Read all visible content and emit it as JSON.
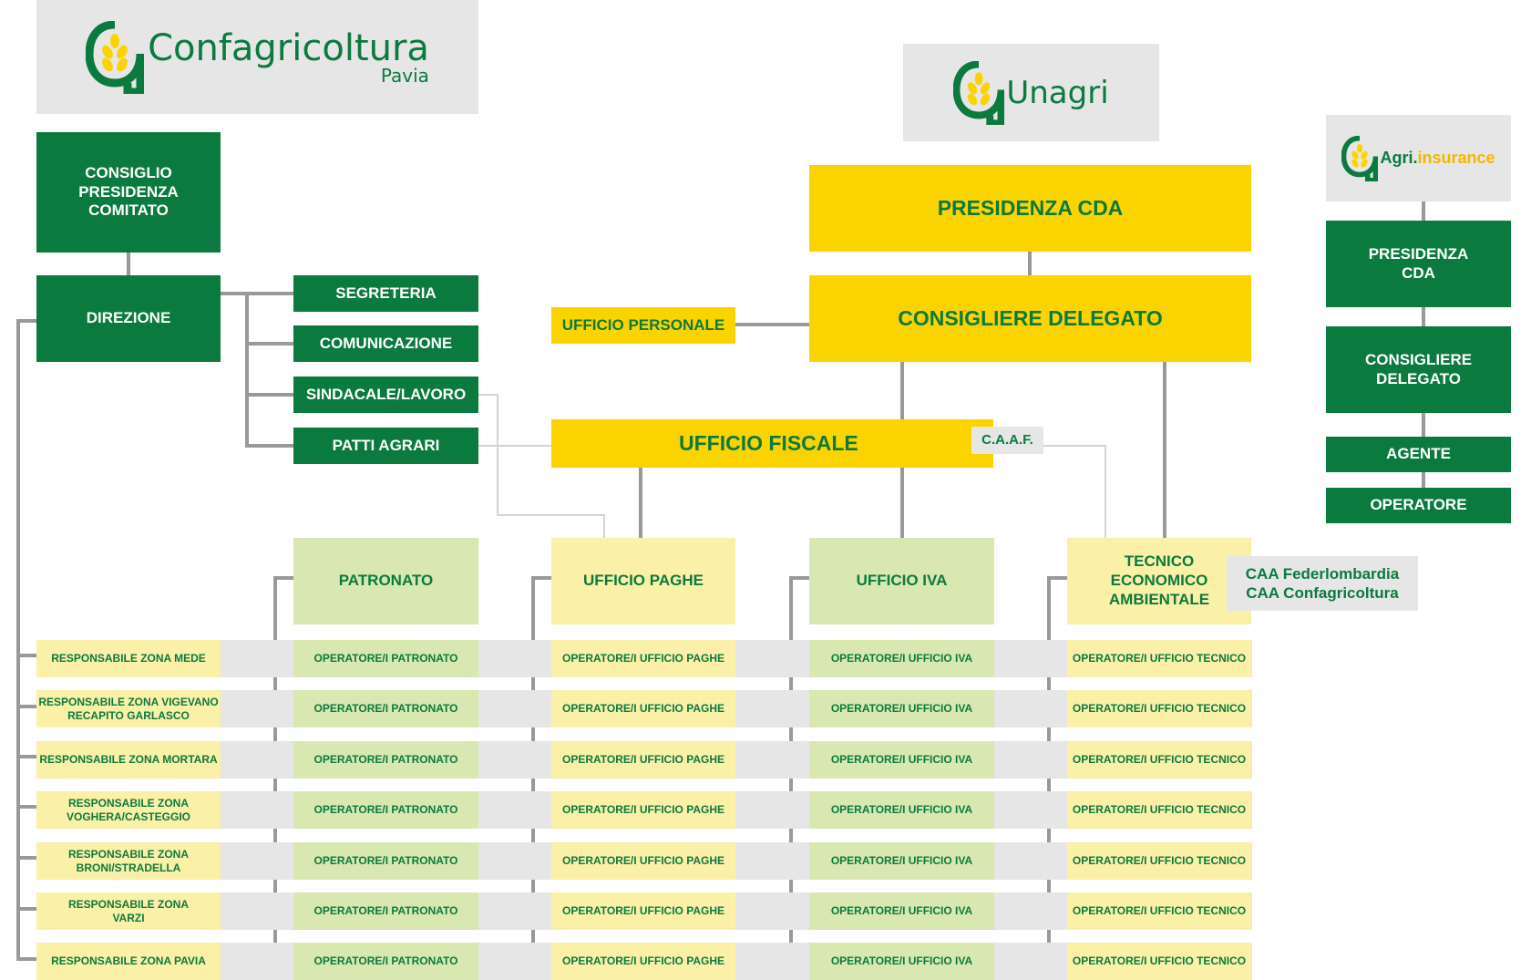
{
  "logos": {
    "confagricoltura": {
      "name": "Confagricoltura",
      "sub": "Pavia"
    },
    "unagri": {
      "name": "Unagri"
    },
    "agri_insurance": {
      "part1": "Agri.",
      "part2": "insurance"
    }
  },
  "colors": {
    "dark_green": "#0b7a3e",
    "yellow": "#fbd400",
    "light_yellow": "#fbf0a8",
    "light_green": "#d9e8b1",
    "gray": "#e6e6e6",
    "connector": "#999999"
  },
  "left": {
    "consiglio": "CONSIGLIO\nPRESIDENZA\nCOMITATO",
    "direzione": "DIREZIONE",
    "offices": [
      "SEGRETERIA",
      "COMUNICAZIONE",
      "SINDACALE/LAVORO",
      "PATTI AGRARI"
    ]
  },
  "center": {
    "presidenza": "PRESIDENZA CDA",
    "consigliere": "CONSIGLIERE DELEGATO",
    "ufficio_personale": "UFFICIO PERSONALE",
    "ufficio_fiscale": "UFFICIO FISCALE",
    "caaf": "C.A.A.F."
  },
  "right": {
    "presidenza": "PRESIDENZA\nCDA",
    "consigliere": "CONSIGLIERE\nDELEGATO",
    "agente": "AGENTE",
    "operatore": "OPERATORE"
  },
  "departments": {
    "patronato": "PATRONATO",
    "paghe": "UFFICIO PAGHE",
    "iva": "UFFICIO IVA",
    "tecnico": "TECNICO\nECONOMICO\nAMBIENTALE",
    "caa": "CAA Federlombardia\nCAA Confagricoltura"
  },
  "zones": [
    "RESPONSABILE ZONA MEDE",
    "RESPONSABILE ZONA VIGEVANO\nRECAPITO GARLASCO",
    "RESPONSABILE ZONA MORTARA",
    "RESPONSABILE ZONA\nVOGHERA/CASTEGGIO",
    "RESPONSABILE ZONA\nBRONI/STRADELLA",
    "RESPONSABILE ZONA\nVARZI",
    "RESPONSABILE ZONA PAVIA"
  ],
  "operators": {
    "patronato": [
      "OPERATORE/I PATRONATO",
      "OPERATORE/I PATRONATO",
      "OPERATORE/I PATRONATO",
      "OPERATORE/I PATRONATO",
      "OPERATORE/I PATRONATO",
      "OPERATORE/I PATRONATO",
      "OPERATORE/I PATRONATO"
    ],
    "paghe": [
      "OPERATORE/I UFFICIO PAGHE",
      "OPERATORE/I UFFICIO PAGHE",
      "OPERATORE/I UFFICIO PAGHE",
      "OPERATORE/I UFFICIO PAGHE",
      "OPERATORE/I UFFICIO PAGHE",
      "OPERATORE/I UFFICIO PAGHE",
      "OPERATORE/I UFFICIO PAGHE"
    ],
    "iva": [
      "OPERATORE/I UFFICIO IVA",
      "OPERATORE/I UFFICIO IVA",
      "OPERATORE/I UFFICIO IVA",
      "OPERATORE/I UFFICIO IVA",
      "OPERATORE/I UFFICIO IVA",
      "OPERATORE/I UFFICIO IVA",
      "OPERATORE/I UFFICIO IVA"
    ],
    "tecnico": [
      "OPERATORE/I UFFICIO TECNICO",
      "OPERATORE/I UFFICIO TECNICO",
      "OPERATORE/I UFFICIO TECNICO",
      "OPERATORE/I UFFICIO TECNICO",
      "OPERATORE/I UFFICIO TECNICO",
      "OPERATORE/I UFFICIO TECNICO",
      "OPERATORE/I UFFICIO TECNICO"
    ]
  }
}
